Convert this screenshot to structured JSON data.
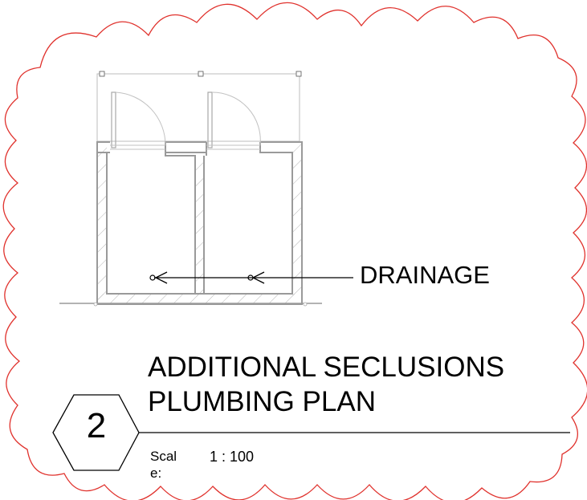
{
  "plan": {
    "annotation": "DRAINAGE"
  },
  "title_block": {
    "view_number": "2",
    "title_line_1": "ADDITIONAL SECLUSIONS",
    "title_line_2": "PLUMBING PLAN",
    "scale_label_part_1": "Scal",
    "scale_label_part_2": "e:",
    "scale_value": "1 : 100"
  },
  "colors": {
    "revision_cloud": "#e0322d",
    "walls": "#9a9a9a",
    "linework": "#000000"
  }
}
